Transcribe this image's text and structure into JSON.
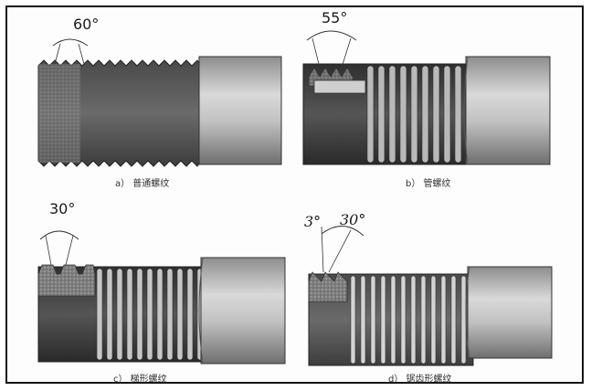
{
  "panels": [
    {
      "id": "a",
      "angle": "60°",
      "caption": "a） 普通螺纹"
    },
    {
      "id": "b",
      "angle": "55°",
      "caption": "b） 管螺纹"
    },
    {
      "id": "c",
      "angle": "30°",
      "caption": "c） 梯形螺纹"
    },
    {
      "id": "d",
      "angle_left": "3°",
      "angle_right": "30°",
      "caption": "d） 锯齿形螺纹"
    }
  ]
}
